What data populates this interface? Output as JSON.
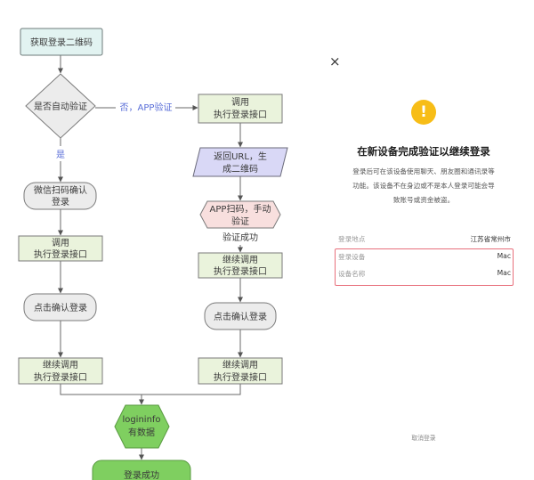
{
  "flowchart": {
    "start": "获取登录二维码",
    "decision": "是否自动验证",
    "no_label": "否，APP验证",
    "yes_label": "是",
    "left": {
      "wechat_confirm": [
        "微信扫码确认",
        "登录"
      ],
      "call_login": [
        "调用",
        "执行登录接口"
      ],
      "click_confirm": "点击确认登录",
      "continue_call": [
        "继续调用",
        "执行登录接口"
      ]
    },
    "right": {
      "call_login": [
        "调用",
        "执行登录接口"
      ],
      "return_url": [
        "返回URL，生",
        "成二维码"
      ],
      "app_scan": [
        "APP扫码，手动",
        "验证"
      ],
      "verify_success": "验证成功",
      "continue_call_1": [
        "继续调用",
        "执行登录接口"
      ],
      "click_confirm": "点击确认登录",
      "continue_call_2": [
        "继续调用",
        "执行登录接口"
      ]
    },
    "check": [
      "logininfo",
      "有数据"
    ],
    "end": "登录成功",
    "colors": {
      "start_fill": "#e2f3f1",
      "process_fill": "#eaf3dc",
      "decision_fill": "#ececec",
      "io_fill": "#d9d8f6",
      "manual_fill": "#f8dfde",
      "success_fill": "#7fcf60",
      "label_blue": "#5b6fd8"
    }
  },
  "dialog": {
    "close_icon": "×",
    "warning_icon": "!",
    "title": "在新设备完成验证以继续登录",
    "description": [
      "登录后可在该设备使用聊天、朋友圈和通讯录等",
      "功能。该设备不在身边或不是本人登录可能会导",
      "致账号或资金被盗。"
    ],
    "info": [
      {
        "label": "登录地点",
        "value": "江苏省常州市"
      },
      {
        "label": "登录设备",
        "value": "Mac"
      },
      {
        "label": "设备名称",
        "value": "Mac"
      }
    ],
    "cancel": "取消登录",
    "colors": {
      "warning": "#f7bd17",
      "highlight_border": "#e8707c"
    }
  }
}
